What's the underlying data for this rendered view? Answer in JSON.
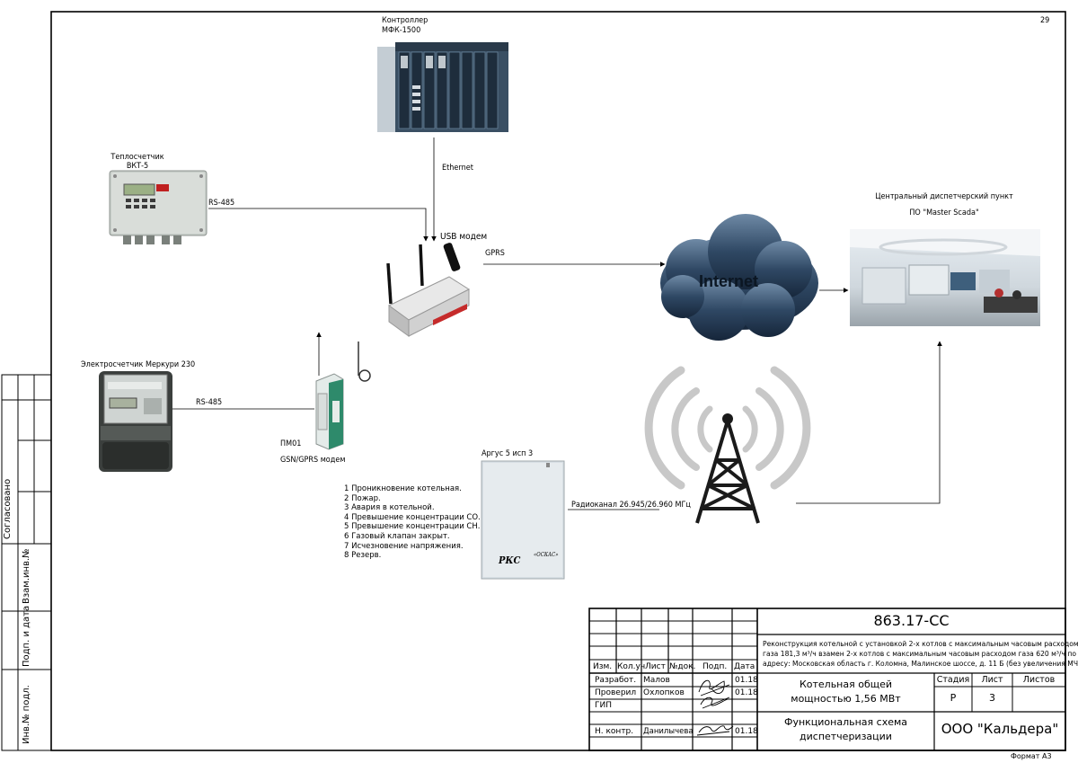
{
  "page_number": "29",
  "format": "Формат А3",
  "controller": {
    "title": "Контроллер",
    "model": "МФК-1500"
  },
  "heat_meter": {
    "title": "Теплосчетчик",
    "model": "ВКТ-5"
  },
  "links": {
    "rs485_top": "RS-485",
    "rs485_bottom": "RS-485",
    "ethernet": "Ethernet",
    "usb": "USB модем",
    "gprs": "GPRS",
    "radio": "Радиоканал 26.945/26.960 МГц"
  },
  "cloud": {
    "label": "Internet"
  },
  "dispatch": {
    "title": "Центральный диспетчерский пункт",
    "software": "ПО \"Master Scada\""
  },
  "elec_meter": {
    "title": "Электросчетчик Меркури 230"
  },
  "modem": {
    "model": "ПМ01",
    "desc": "GSN/GPRS модем"
  },
  "argus": {
    "title": "Аргус 5 исп 3",
    "brand": "РКС",
    "brand2": "«ОСКАС»"
  },
  "alarms": [
    "1 Проникновение котельная.",
    "2 Пожар.",
    "3 Авария в котельной.",
    "4 Превышение концентрации СО.",
    "5 Превышение концентрации СН.",
    "6 Газовый клапан закрыт.",
    "7 Исчезновение напряжения.",
    "8 Резерв."
  ],
  "side_stamps": [
    "Согласовано",
    "Взам.инв.№",
    "Подп. и дата",
    "Инв.№ подл."
  ],
  "title_block": {
    "code": "863.17-СС",
    "description_lines": [
      "Реконструкция котельной с установкой 2-х котлов с максимальным часовым расходом",
      "газа 181,3 м³/ч взамен 2-х котлов с максимальным часовым расходом газа 620 м³/ч по",
      "адресу: Московская область г. Коломна, Малинское шоссе, д. 11 Б (без увеличения МЧРГ)"
    ],
    "headers": [
      "Изм.",
      "Кол.уч",
      "Лист",
      "№док.",
      "Подп.",
      "Дата"
    ],
    "rows": [
      {
        "role": "Разработ.",
        "name": "Малов",
        "date": "01.18"
      },
      {
        "role": "Проверил",
        "name": "Охлопков",
        "date": "01.18"
      },
      {
        "role": "ГИП",
        "name": "",
        "date": ""
      },
      {
        "role": "Н. контр.",
        "name": "Данилычева",
        "date": "01.18"
      }
    ],
    "object_name_1": "Котельная общей",
    "object_name_2": "мощностью 1,56 МВт",
    "stage_header": "Стадия",
    "sheet_header": "Лист",
    "sheets_header": "Листов",
    "stage_value": "Р",
    "sheet_value": "3",
    "sheets_value": "",
    "drawing_title_1": "Функциональная схема",
    "drawing_title_2": "диспетчеризации",
    "company": "ООО \"Кальдера\""
  }
}
